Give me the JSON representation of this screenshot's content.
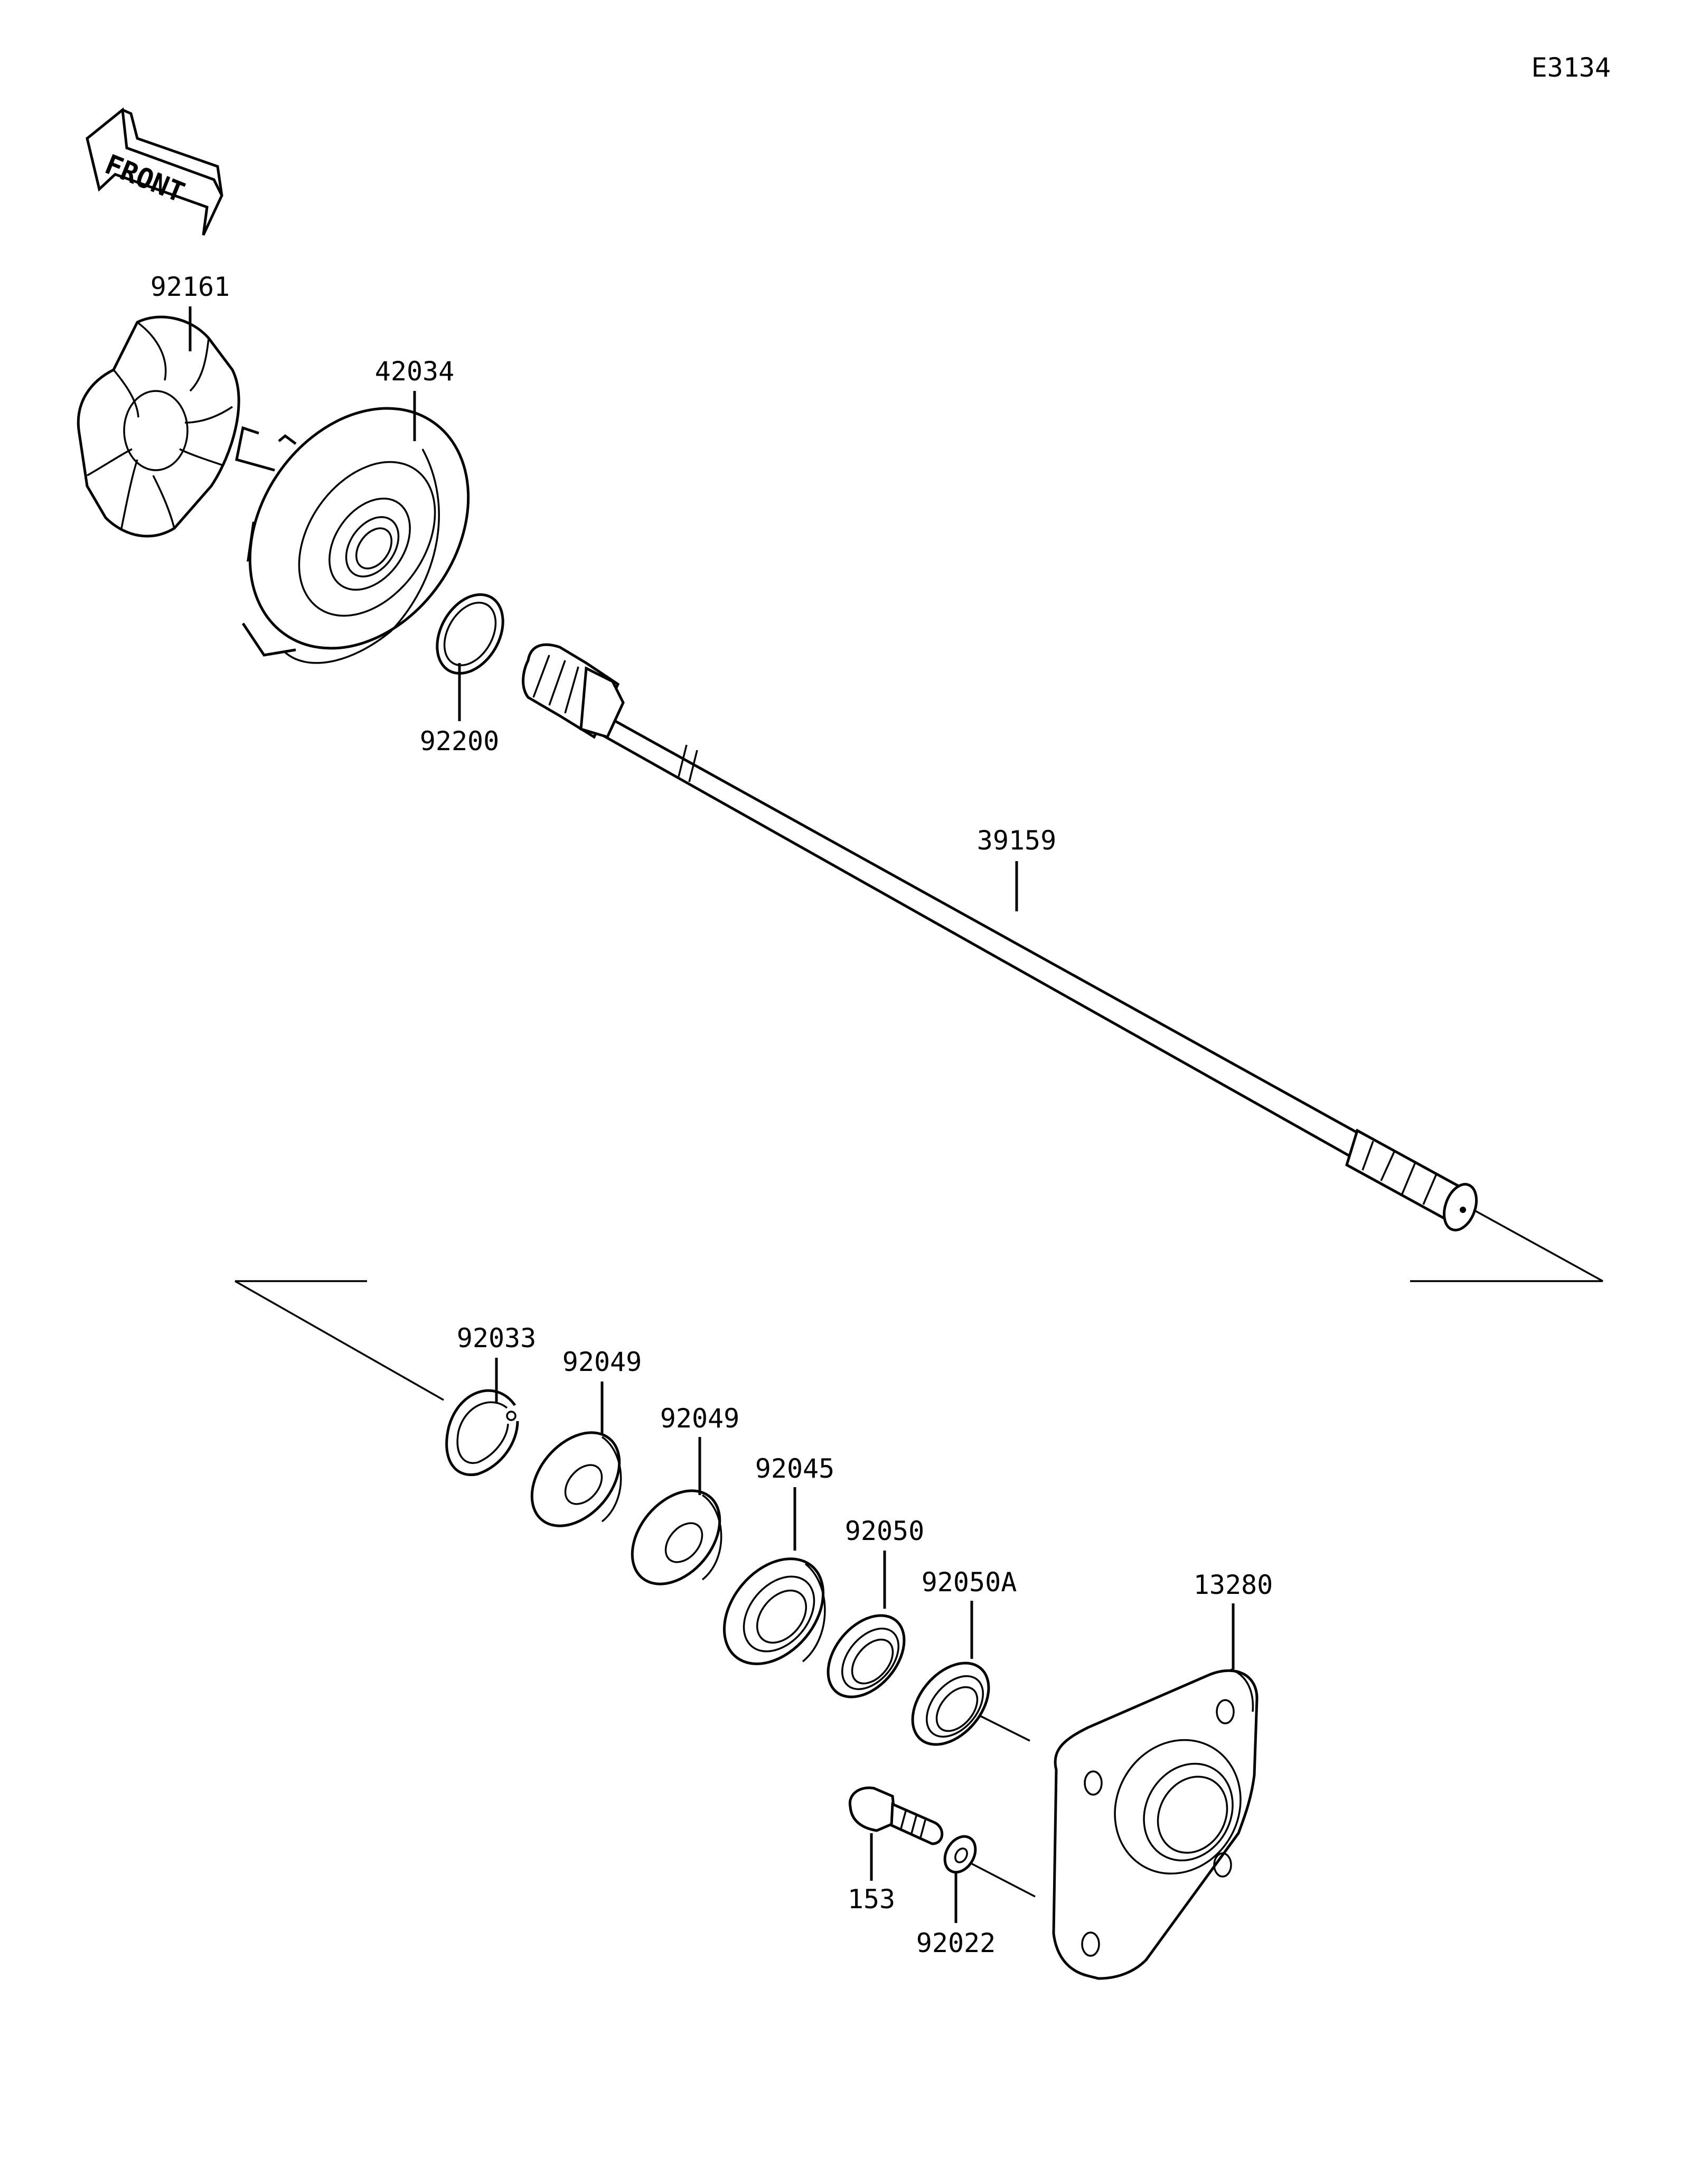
{
  "diagram_code": "E3134",
  "front_arrow_text": "FRONT",
  "parts": [
    {
      "id": "p92161",
      "number": "92161"
    },
    {
      "id": "p42034",
      "number": "42034"
    },
    {
      "id": "p92200",
      "number": "92200"
    },
    {
      "id": "p39159",
      "number": "39159"
    },
    {
      "id": "p92033",
      "number": "92033"
    },
    {
      "id": "p92049a",
      "number": "92049"
    },
    {
      "id": "p92049b",
      "number": "92049"
    },
    {
      "id": "p92045",
      "number": "92045"
    },
    {
      "id": "p92050",
      "number": "92050"
    },
    {
      "id": "p92050A",
      "number": "92050A"
    },
    {
      "id": "p13280",
      "number": "13280"
    },
    {
      "id": "p153",
      "number": "153"
    },
    {
      "id": "p92022",
      "number": "92022"
    }
  ]
}
